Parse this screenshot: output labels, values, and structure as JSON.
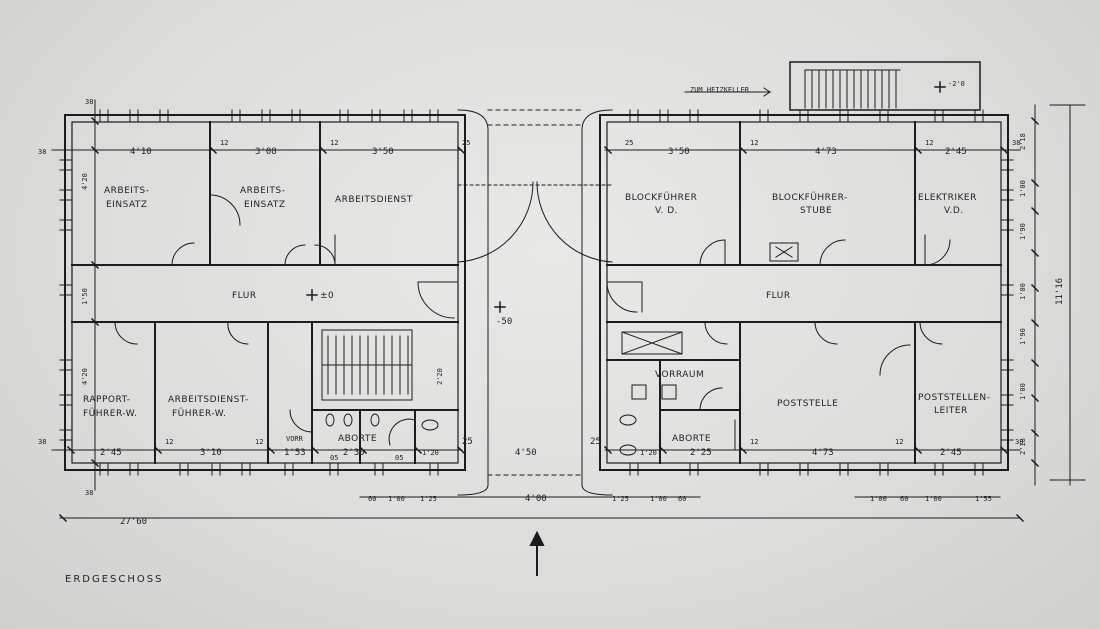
{
  "rooms": {
    "arbeitseinsatz_1": [
      "ARBEITS-",
      "EINSATZ"
    ],
    "arbeitseinsatz_2": [
      "ARBEITS-",
      "EINSATZ"
    ],
    "arbeitsdienst": "ARBEITSDIENST",
    "flur_left": "FLUR",
    "level_left": "±0",
    "rapportfuehrer": [
      "RAPPORT-",
      "FÜHRER-W."
    ],
    "arbeitsdienstfuehrer": [
      "ARBEITSDIENST-",
      "FÜHRER-W."
    ],
    "vorr_left": "VORR",
    "aborte_left": "ABORTE",
    "level_outside": "-50",
    "blockfuehrer_vd": [
      "BLOCKFÜHRER",
      "V. D."
    ],
    "blockfuehrerstube": [
      "BLOCKFÜHRER-",
      "STUBE"
    ],
    "elektriker": [
      "ELEKTRIKER",
      "V.D."
    ],
    "flur_right": "FLUR",
    "vorraum": "VORRAUM",
    "aborte_right": "ABORTE",
    "poststelle": "POSTSTELLE",
    "poststellenleiter": [
      "POSTSTELLEN-",
      "LEITER"
    ],
    "heizkeller": "ZUM HEIZKELLER",
    "heizkeller_level": "-2'0"
  },
  "dimensions": {
    "top_left": [
      "38",
      "4'10",
      "12",
      "3'08",
      "12",
      "3'50",
      "25"
    ],
    "top_right": [
      "25",
      "3'50",
      "12",
      "4'73",
      "12",
      "2'45",
      "38"
    ],
    "bottom_left": [
      "38",
      "2'45",
      "12",
      "3'10",
      "12",
      "1'53",
      "05",
      "2'30",
      "05",
      "1'20",
      "25"
    ],
    "bottom_center": "4'50",
    "bottom_right": [
      "25",
      "1'20",
      "2'25",
      "12",
      "4'73",
      "12",
      "2'45",
      "38"
    ],
    "left_vertical": [
      "38",
      "4'20",
      "1'50",
      "4'20",
      "38"
    ],
    "stair_height": "2'20",
    "right_vertical_small": [
      "2'18",
      "1'00",
      "1'90",
      "1'00",
      "1'90",
      "1'00",
      "2'18"
    ],
    "right_total": "11'16",
    "overall_width": "27'60",
    "door_row_left": [
      "60",
      "1'00",
      "1'25"
    ],
    "door_row_center": "4'00",
    "door_row_right_a": [
      "1'25",
      "1'00",
      "60"
    ],
    "door_row_right_b": [
      "1'00",
      "60",
      "1'00",
      "1'55"
    ]
  },
  "title": "ERDGESCHOSS"
}
